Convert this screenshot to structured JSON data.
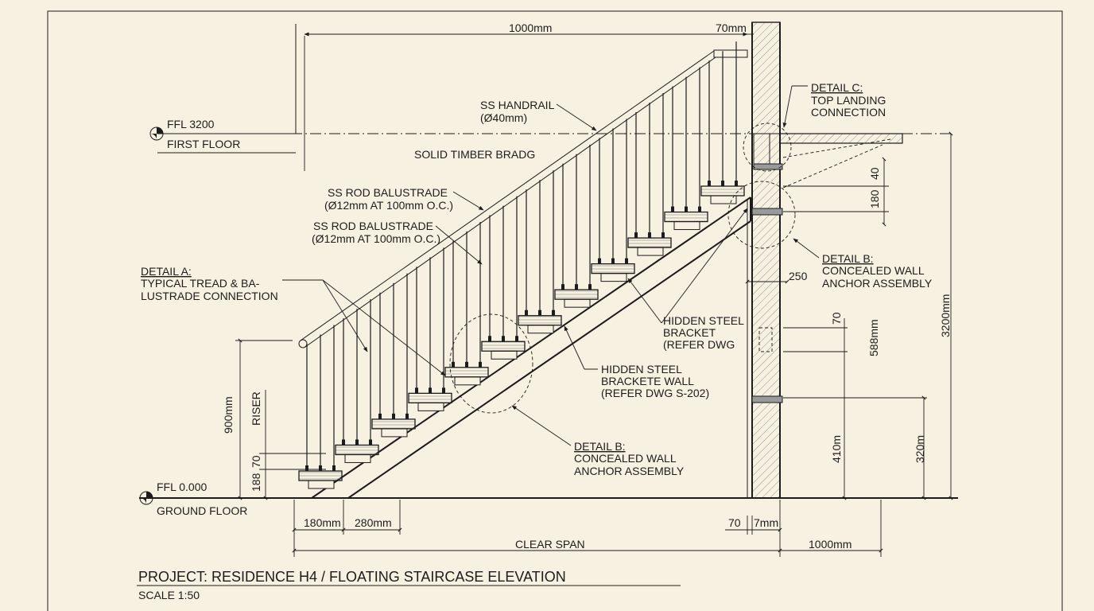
{
  "drawing": {
    "title": "PROJECT: RESIDENCE H4 / FLOATING STAIRCASE ELEVATION",
    "scale": "SCALE 1:50"
  },
  "levels": {
    "first_ffl": "FFL 3200",
    "first_name": "FIRST FLOOR",
    "ground_ffl": "FFL 0.000",
    "ground_name": "GROUND FLOOR"
  },
  "dimensions": {
    "top_span": "1000mm",
    "top_gap": "70mm",
    "tread_a": "180mm",
    "tread_b": "280mm",
    "clear_span": "CLEAR SPAN",
    "bottom_right": "1000mm",
    "bottom_70": "70",
    "bottom_7mm": "7mm",
    "rail_height": "900mm",
    "riser": "RISER",
    "riser_188": "188",
    "riser_70": "70",
    "right_40": "40",
    "right_180": "180",
    "right_250": "250",
    "right_70": "70",
    "right_588": "588mm",
    "right_410": "410m",
    "right_320": "320m",
    "right_total": "3200mm"
  },
  "annotations": {
    "handrail_1": "SS HANDRAIL",
    "handrail_2": "(Ø40mm)",
    "stringer": "SOLID TIMBER BRADG",
    "balustrade_a1": "SS ROD BALUSTRADE",
    "balustrade_a2": "(Ø12mm AT 100mm O.C.)",
    "balustrade_b1": "SS ROD BALUSTRADE",
    "balustrade_b2": "(Ø12mm AT 100mm O.C.)",
    "detail_a1": "DETAIL A:",
    "detail_a2": "TYPICAL TREAD & BA-",
    "detail_a3": "LUSTRADE CONNECTION",
    "detail_c1": "DETAIL C:",
    "detail_c2": "TOP LANDING",
    "detail_c3": "CONNECTION",
    "detail_b_right1": "DETAIL B:",
    "detail_b_right2": "CONCEALED WALL",
    "detail_b_right3": "ANCHOR ASSEMBLY",
    "bracket_1": "HIDDEN STEEL",
    "bracket_2": "BRACKET",
    "bracket_3": "(REFER DWG",
    "bracket_wall_1": "HIDDEN STEEL",
    "bracket_wall_2": "BRACKETE WALL",
    "bracket_wall_3": "(REFER DWG S-202)",
    "detail_b_low1": "DETAIL B:",
    "detail_b_low2": "CONCEALED WALL",
    "detail_b_low3": "ANCHOR ASSEMBLY"
  },
  "colors": {
    "paper": "#f6f1e0",
    "ink": "#1c1c1c"
  }
}
